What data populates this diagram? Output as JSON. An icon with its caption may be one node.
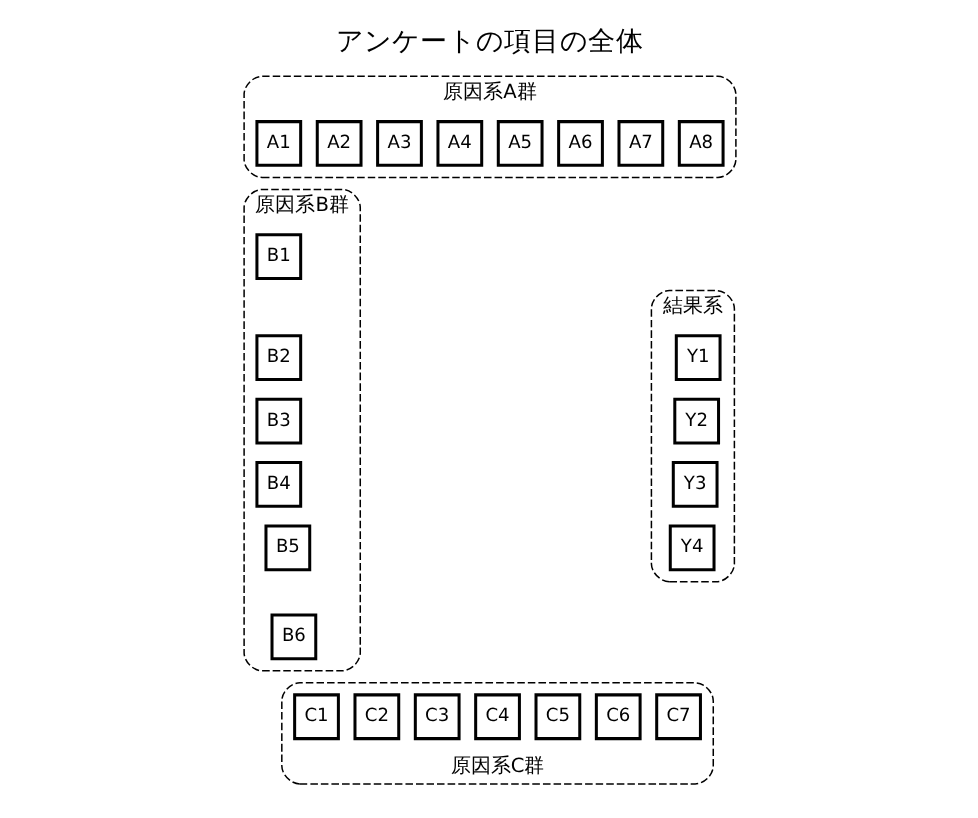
{
  "diagram": {
    "title": "アンケートの項目の全体",
    "nodes": [
      {
        "text": [
          "原因系A群"
        ]
      },
      {
        "text": [
          "A1"
        ],
        "in": 0
      },
      {
        "text": [
          "A2"
        ],
        "in": 0
      },
      {
        "text": [
          "A3"
        ],
        "in": 0
      },
      {
        "text": [
          "A4"
        ],
        "in": 0
      },
      {
        "text": [
          "A5"
        ],
        "in": 0
      },
      {
        "text": [
          "A6"
        ],
        "in": 0
      },
      {
        "text": [
          "A7"
        ],
        "in": 0
      },
      {
        "text": [
          "A8"
        ],
        "in": 0
      },
      {
        "text": [
          "原因系B群"
        ]
      },
      {
        "text": [
          "B1"
        ],
        "in": 9
      },
      {
        "text": [
          "B2"
        ],
        "in": 9
      },
      {
        "text": [
          "B3"
        ],
        "in": 9
      },
      {
        "text": [
          "B4"
        ],
        "in": 9
      },
      {
        "text": [
          "B5"
        ],
        "in": 9
      },
      {
        "text": [
          "B6"
        ],
        "in": 9
      },
      {
        "text": [
          "原因系C群"
        ]
      },
      {
        "text": [
          "C1"
        ],
        "in": 16
      },
      {
        "text": [
          "C2"
        ],
        "in": 16
      },
      {
        "text": [
          "C3"
        ],
        "in": 16
      },
      {
        "text": [
          "C4"
        ],
        "in": 16
      },
      {
        "text": [
          "C5"
        ],
        "in": 16
      },
      {
        "text": [
          "C6"
        ],
        "in": 16
      },
      {
        "text": [
          "C7"
        ],
        "in": 16
      },
      {
        "text": [
          "結果系"
        ]
      },
      {
        "text": [
          "Y1"
        ],
        "in": 24
      },
      {
        "text": [
          "Y2"
        ],
        "in": 24
      },
      {
        "text": [
          "Y3"
        ],
        "in": 24
      },
      {
        "text": [
          "Y4"
        ],
        "in": 24
      }
    ],
    "edges": []
  }
}
